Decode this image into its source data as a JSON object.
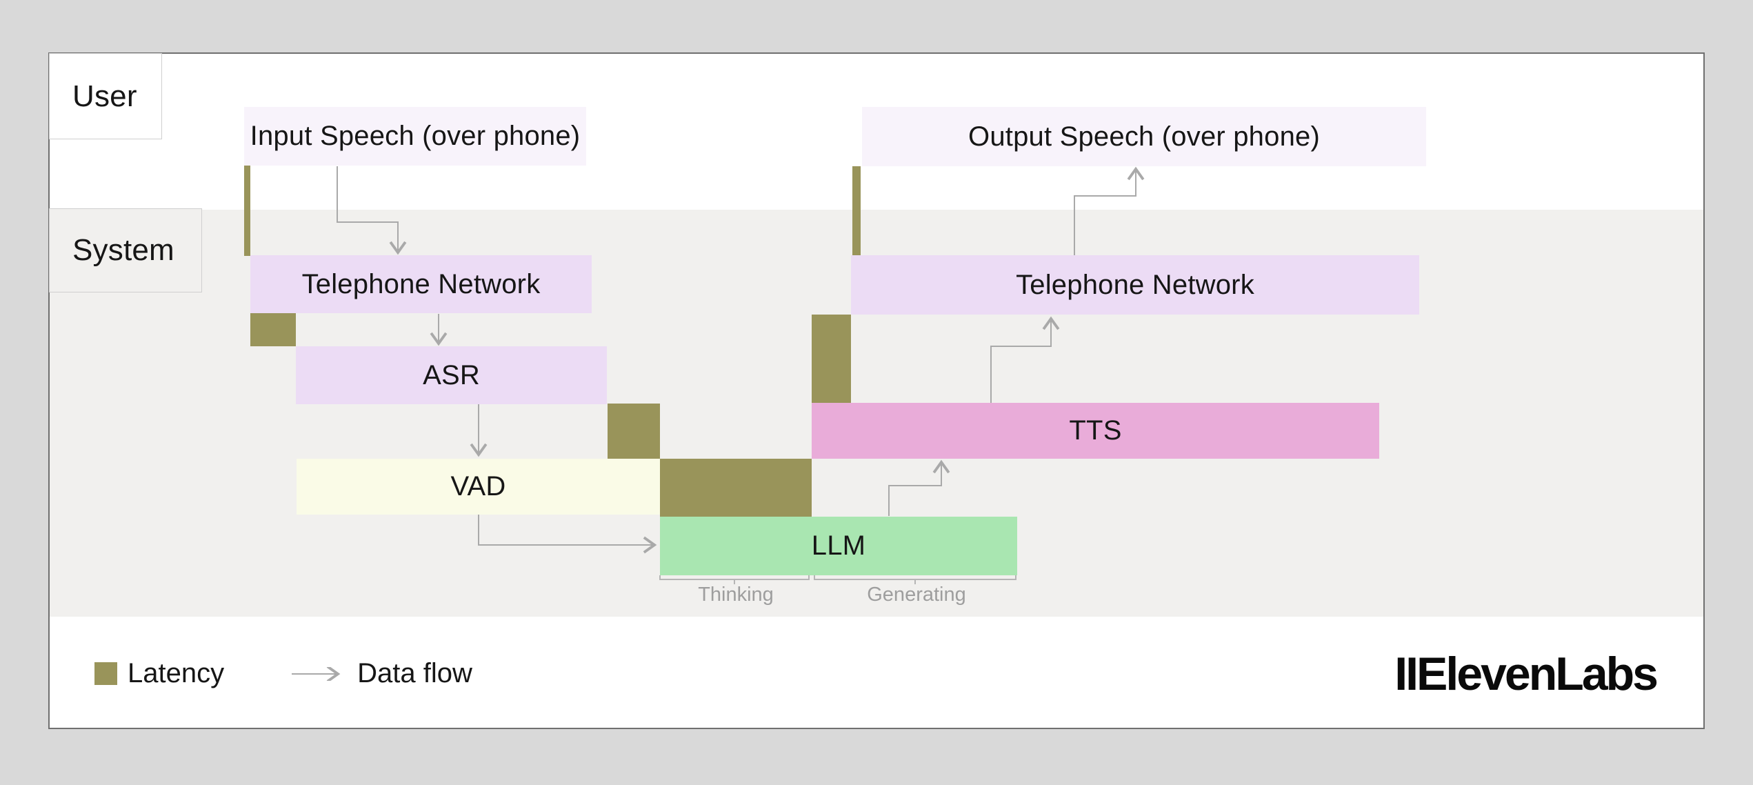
{
  "lanes": {
    "user": "User",
    "system": "System"
  },
  "boxes": {
    "input_speech": "Input Speech (over phone)",
    "output_speech": "Output Speech (over phone)",
    "telephone_network_in": "Telephone Network",
    "telephone_network_out": "Telephone Network",
    "asr": "ASR",
    "vad": "VAD",
    "llm": "LLM",
    "tts": "TTS"
  },
  "llm_phases": {
    "thinking": "Thinking",
    "generating": "Generating"
  },
  "legend": {
    "latency": "Latency",
    "data_flow": "Data flow"
  },
  "logo_text": "IIElevenLabs",
  "colors": {
    "page-bg": "#d9d9d9",
    "card-bg": "#ffffff",
    "card-border": "#6f6f6f",
    "band-bg": "#f1f0ee",
    "label-box-border": "#cfcfcf",
    "speech-fill": "#f8f3fb",
    "lavender-fill": "#ecdcf5",
    "cream-fill": "#fafbe7",
    "green-fill": "#a9e6b1",
    "pink-fill": "#e9acd9",
    "olive": "#99945a",
    "arrow": "#a9a9a9",
    "bracket": "#b5b5b5",
    "muted-text": "#9e9e9e",
    "text": "#161616"
  }
}
